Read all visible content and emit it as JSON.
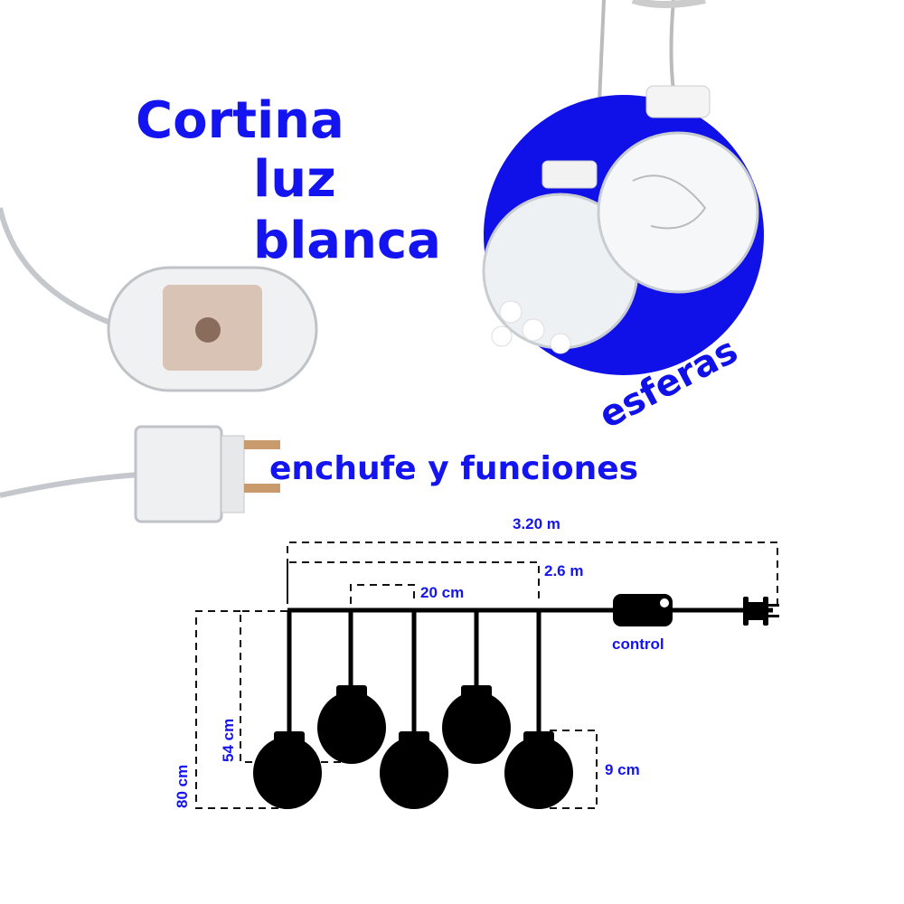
{
  "headline": {
    "line1": "Cortina",
    "line2": "luz",
    "line3": "blanca"
  },
  "badge": {
    "label": "esferas",
    "color": "#1010e8"
  },
  "plug_caption": "enchufe y funciones",
  "diagram": {
    "total_length": "3.20 m",
    "curtain_width": "2.6 m",
    "spacing": "20 cm",
    "short_drop": "54 cm",
    "long_drop": "80 cm",
    "ball_size": "9 cm",
    "control_label": "control"
  },
  "colors": {
    "text_blue": "#1414f0",
    "diagram": "#000000"
  }
}
